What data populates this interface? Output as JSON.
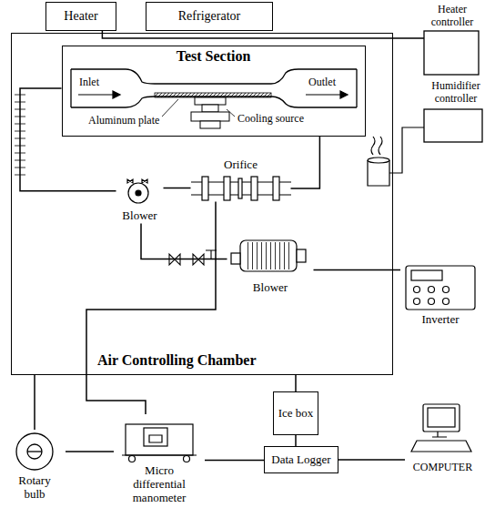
{
  "diagram": {
    "nodes": [
      {
        "text": [
          "Heater"
        ]
      },
      {
        "text": [
          "Refrigerator"
        ]
      },
      {
        "text": [
          "Heater controller"
        ]
      },
      {
        "text": [
          "Humidifier controller"
        ]
      },
      {
        "text": [
          "Air Controlling Chamber"
        ]
      },
      {
        "text": [
          "Test Section"
        ],
        "in": 4
      },
      {
        "text": [
          "Orifice"
        ],
        "in": 4
      },
      {
        "text": [
          "Blower"
        ],
        "in": 4
      },
      {
        "text": [
          "Blower"
        ],
        "in": 4
      },
      {
        "text": [
          "Inverter"
        ]
      },
      {
        "text": [
          "Ice box"
        ]
      },
      {
        "text": [
          "Data Logger"
        ]
      },
      {
        "text": [
          "COMPUTER"
        ]
      },
      {
        "text": [
          "Rotary bulb"
        ]
      },
      {
        "text": [
          "Micro differential manometer"
        ]
      }
    ],
    "edges": [
      {
        "from": 0,
        "to": 2,
        "arrow": "none"
      },
      {
        "from": 7,
        "to": 5,
        "arrow": "none"
      },
      {
        "from": 5,
        "to": 6,
        "arrow": "none"
      },
      {
        "from": 6,
        "to": 7,
        "arrow": "none"
      },
      {
        "from": 8,
        "to": 7,
        "arrow": "none"
      },
      {
        "from": 8,
        "to": 9,
        "arrow": "none"
      },
      {
        "from": 6,
        "to": 14,
        "arrow": "none"
      },
      {
        "from": 10,
        "to": 4,
        "arrow": "none"
      },
      {
        "from": 10,
        "to": 11,
        "arrow": "none"
      },
      {
        "from": 14,
        "to": 11,
        "arrow": "none"
      },
      {
        "from": 11,
        "to": 12,
        "arrow": "none"
      },
      {
        "from": 13,
        "to": 14,
        "arrow": "none"
      },
      {
        "from": 13,
        "to": 4,
        "arrow": "none"
      }
    ],
    "labels": [
      "Inlet",
      "Outlet",
      "Aluminum plate",
      "Cooling source"
    ]
  }
}
